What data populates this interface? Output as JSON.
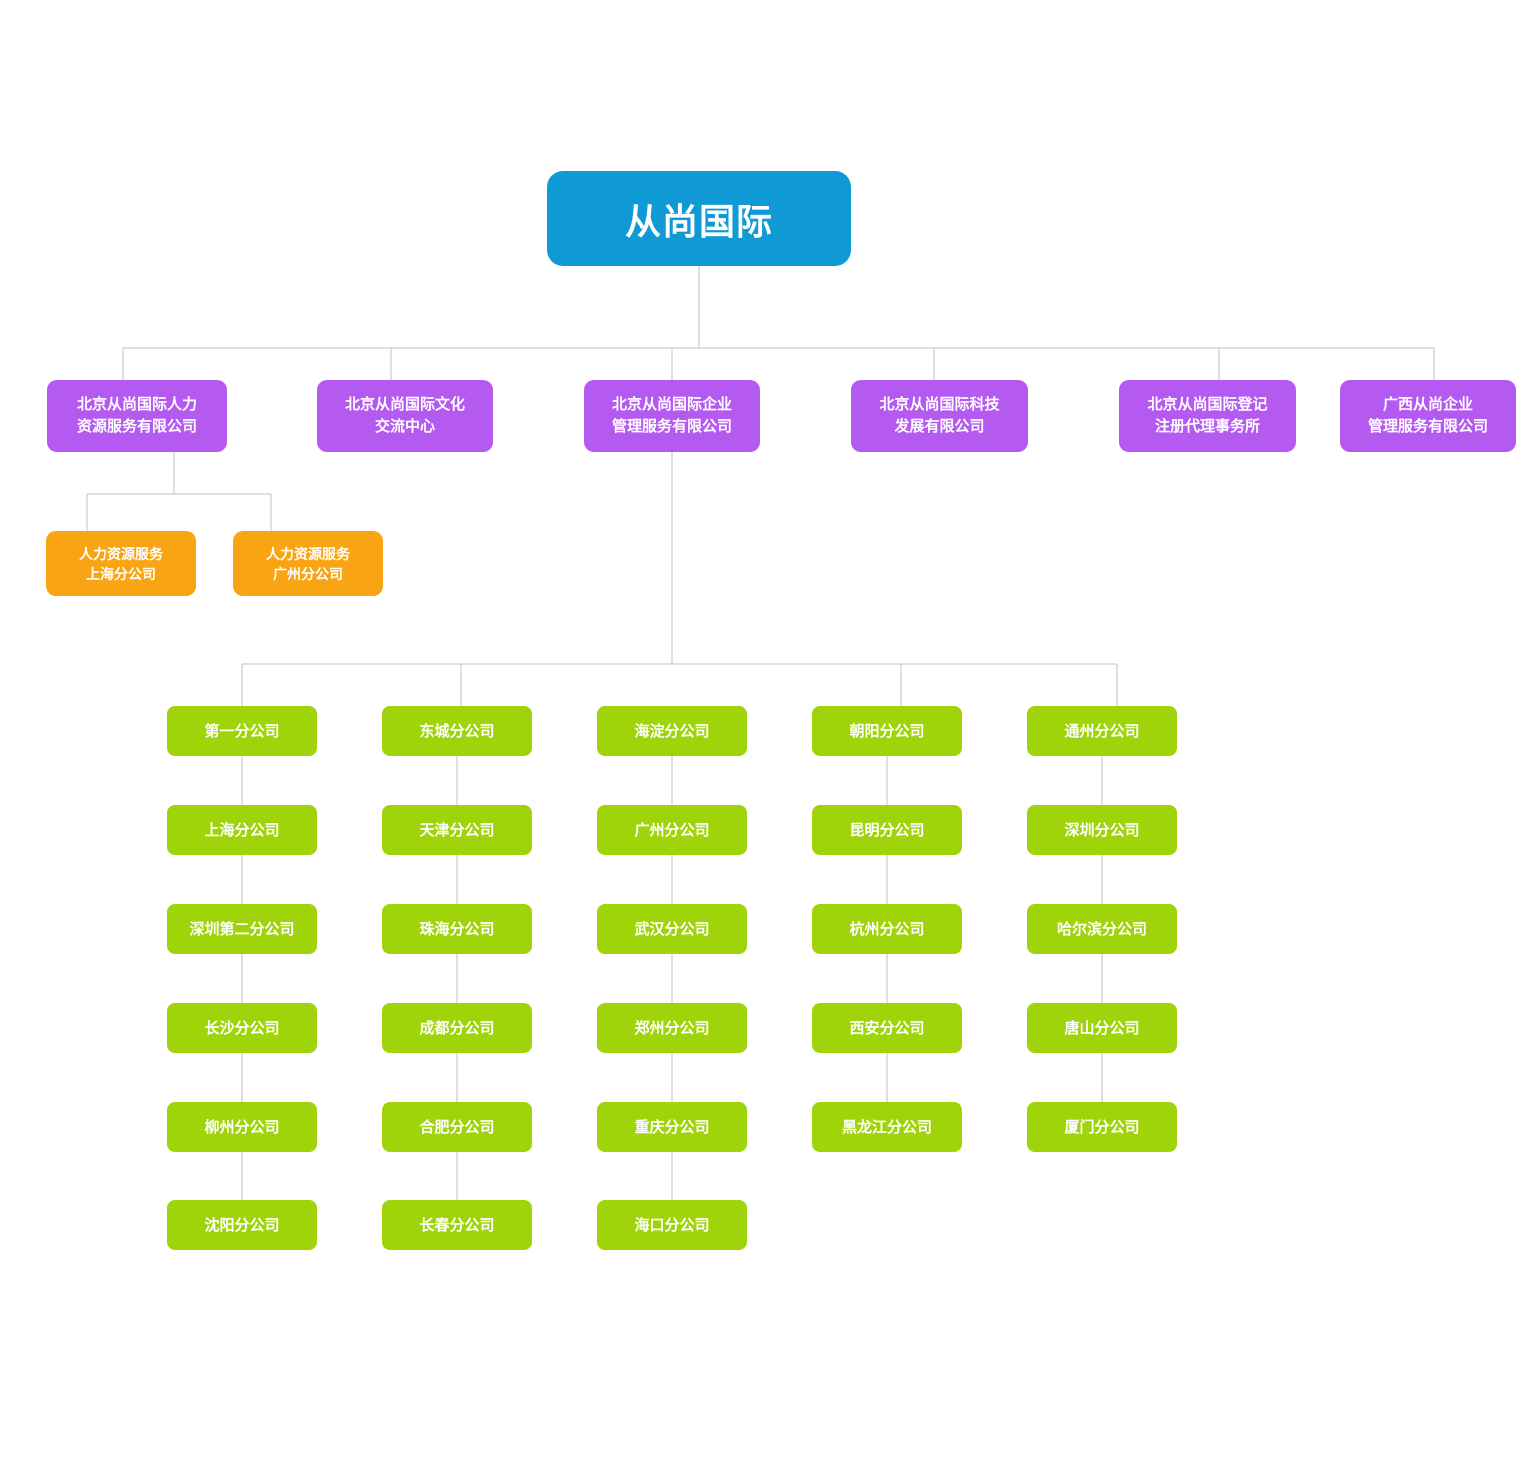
{
  "org_chart": {
    "title": "从尚国际",
    "root": {
      "label": "从尚国际"
    },
    "colors": {
      "root": "#0f9ad6",
      "subsidiary": "#b55af0",
      "hr_branch": "#f9a413",
      "city_branch": "#9fd30a",
      "connector": "#c0c0c0"
    },
    "subsidiaries": [
      {
        "label": "北京从尚国际人力\n资源服务有限公司"
      },
      {
        "label": "北京从尚国际文化\n交流中心"
      },
      {
        "label": "北京从尚国际企业\n管理服务有限公司"
      },
      {
        "label": "北京从尚国际科技\n发展有限公司"
      },
      {
        "label": "北京从尚国际登记\n注册代理事务所"
      },
      {
        "label": "广西从尚企业\n管理服务有限公司"
      }
    ],
    "hr_branches": [
      {
        "label": "人力资源服务\n上海分公司"
      },
      {
        "label": "人力资源服务\n广州分公司"
      }
    ],
    "branch_columns": [
      {
        "items": [
          "第一分公司",
          "上海分公司",
          "深圳第二分公司",
          "长沙分公司",
          "柳州分公司",
          "沈阳分公司"
        ]
      },
      {
        "items": [
          "东城分公司",
          "天津分公司",
          "珠海分公司",
          "成都分公司",
          "合肥分公司",
          "长春分公司"
        ]
      },
      {
        "items": [
          "海淀分公司",
          "广州分公司",
          "武汉分公司",
          "郑州分公司",
          "重庆分公司",
          "海口分公司"
        ]
      },
      {
        "items": [
          "朝阳分公司",
          "昆明分公司",
          "杭州分公司",
          "西安分公司",
          "黑龙江分公司"
        ]
      },
      {
        "items": [
          "通州分公司",
          "深圳分公司",
          "哈尔滨分公司",
          "唐山分公司",
          "厦门分公司"
        ]
      }
    ]
  }
}
